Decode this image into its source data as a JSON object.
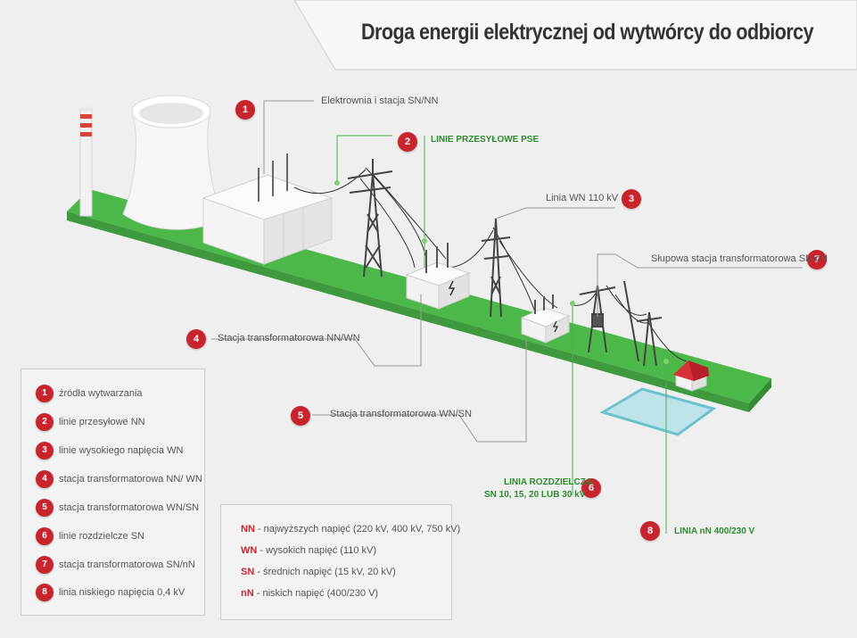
{
  "title": "Droga energii elektrycznej od wytwórcy do odbiorcy",
  "colors": {
    "accent_red": "#c8242e",
    "grass": "#4cb84a",
    "line_green": "#2e8b2e"
  },
  "callouts": [
    {
      "num": "1",
      "label": "Elektrownia i stacja SN/NN"
    },
    {
      "num": "2",
      "label": "LINIE PRZESYŁOWE PSE"
    },
    {
      "num": "3",
      "label": "Linia WN 110 kV"
    },
    {
      "num": "4",
      "label": "Stacja transformatorowa NN/WN"
    },
    {
      "num": "5",
      "label": "Stacja transformatorowa WN/SN"
    },
    {
      "num": "6",
      "label": "LINIA ROZDZIELCZA",
      "label2": "SN 10, 15, 20 LUB 30 kV"
    },
    {
      "num": "7",
      "label": "Słupowa stacja transformatorowa SN/nN"
    },
    {
      "num": "8",
      "label": "LINIA nN 400/230 V"
    }
  ],
  "legend": [
    {
      "num": "1",
      "text": "źródła wytwarzania"
    },
    {
      "num": "2",
      "text": "linie przesyłowe NN"
    },
    {
      "num": "3",
      "text": "linie wysokiego napięcia WN"
    },
    {
      "num": "4",
      "text": "stacja transformatorowa NN/ WN"
    },
    {
      "num": "5",
      "text": "stacja transformatorowa WN/SN"
    },
    {
      "num": "6",
      "text": "linie rozdzielcze SN"
    },
    {
      "num": "7",
      "text": "stacja transformatorowa SN/nN"
    },
    {
      "num": "8",
      "text": "linia niskiego napięcia 0,4 kV"
    }
  ],
  "abbreviations": [
    {
      "code": "NN",
      "text": " - najwyższych napięć (220 kV, 400 kV, 750 kV)"
    },
    {
      "code": "WN",
      "text": " - wysokich napięć (110 kV)"
    },
    {
      "code": "SN",
      "text": " - średnich napięć (15 kV, 20 kV)"
    },
    {
      "code": "nN",
      "text": " - niskich napięć (400/230 V)"
    }
  ]
}
